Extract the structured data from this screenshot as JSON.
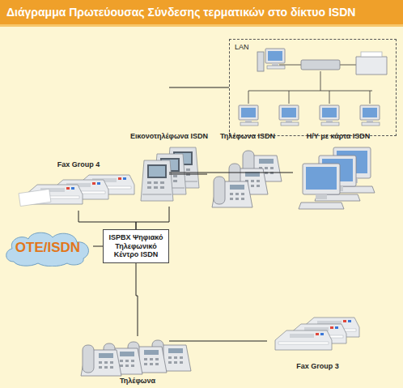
{
  "diagram": {
    "title": "Διάγραμμα Πρωτεύουσας Σύνδεσης τερματικών στο δίκτυο ISDN",
    "nodes": [
      {
        "text": [
          "LAN"
        ]
      },
      {
        "text": [
          "Fax Group 4"
        ]
      },
      {
        "text": [
          "Εικονοτηλέφωνα ISDN"
        ]
      },
      {
        "text": [
          "Τηλέφωνα ISDN"
        ]
      },
      {
        "text": [
          "Η/Υ με κάρτα ISDN"
        ]
      },
      {
        "text": [
          "OTE/ISDN"
        ]
      },
      {
        "text": [
          "ISPBX Ψηφιακό Τηλεφωνικό Κέντρο ISDN"
        ]
      },
      {
        "text": [
          "Τηλέφωνα"
        ]
      },
      {
        "text": [
          "Fax Group 3"
        ]
      }
    ],
    "edges": [
      {
        "from": 5,
        "to": 6,
        "arrow": "none"
      },
      {
        "from": 6,
        "to": 1,
        "arrow": "none"
      },
      {
        "from": 6,
        "to": 2,
        "arrow": "none"
      },
      {
        "from": 6,
        "to": 3,
        "arrow": "none"
      },
      {
        "from": 6,
        "to": 4,
        "arrow": "none"
      },
      {
        "from": 6,
        "to": 0,
        "arrow": "none"
      },
      {
        "from": 6,
        "to": 7,
        "arrow": "none"
      },
      {
        "from": 6,
        "to": 8,
        "arrow": "none"
      }
    ]
  }
}
